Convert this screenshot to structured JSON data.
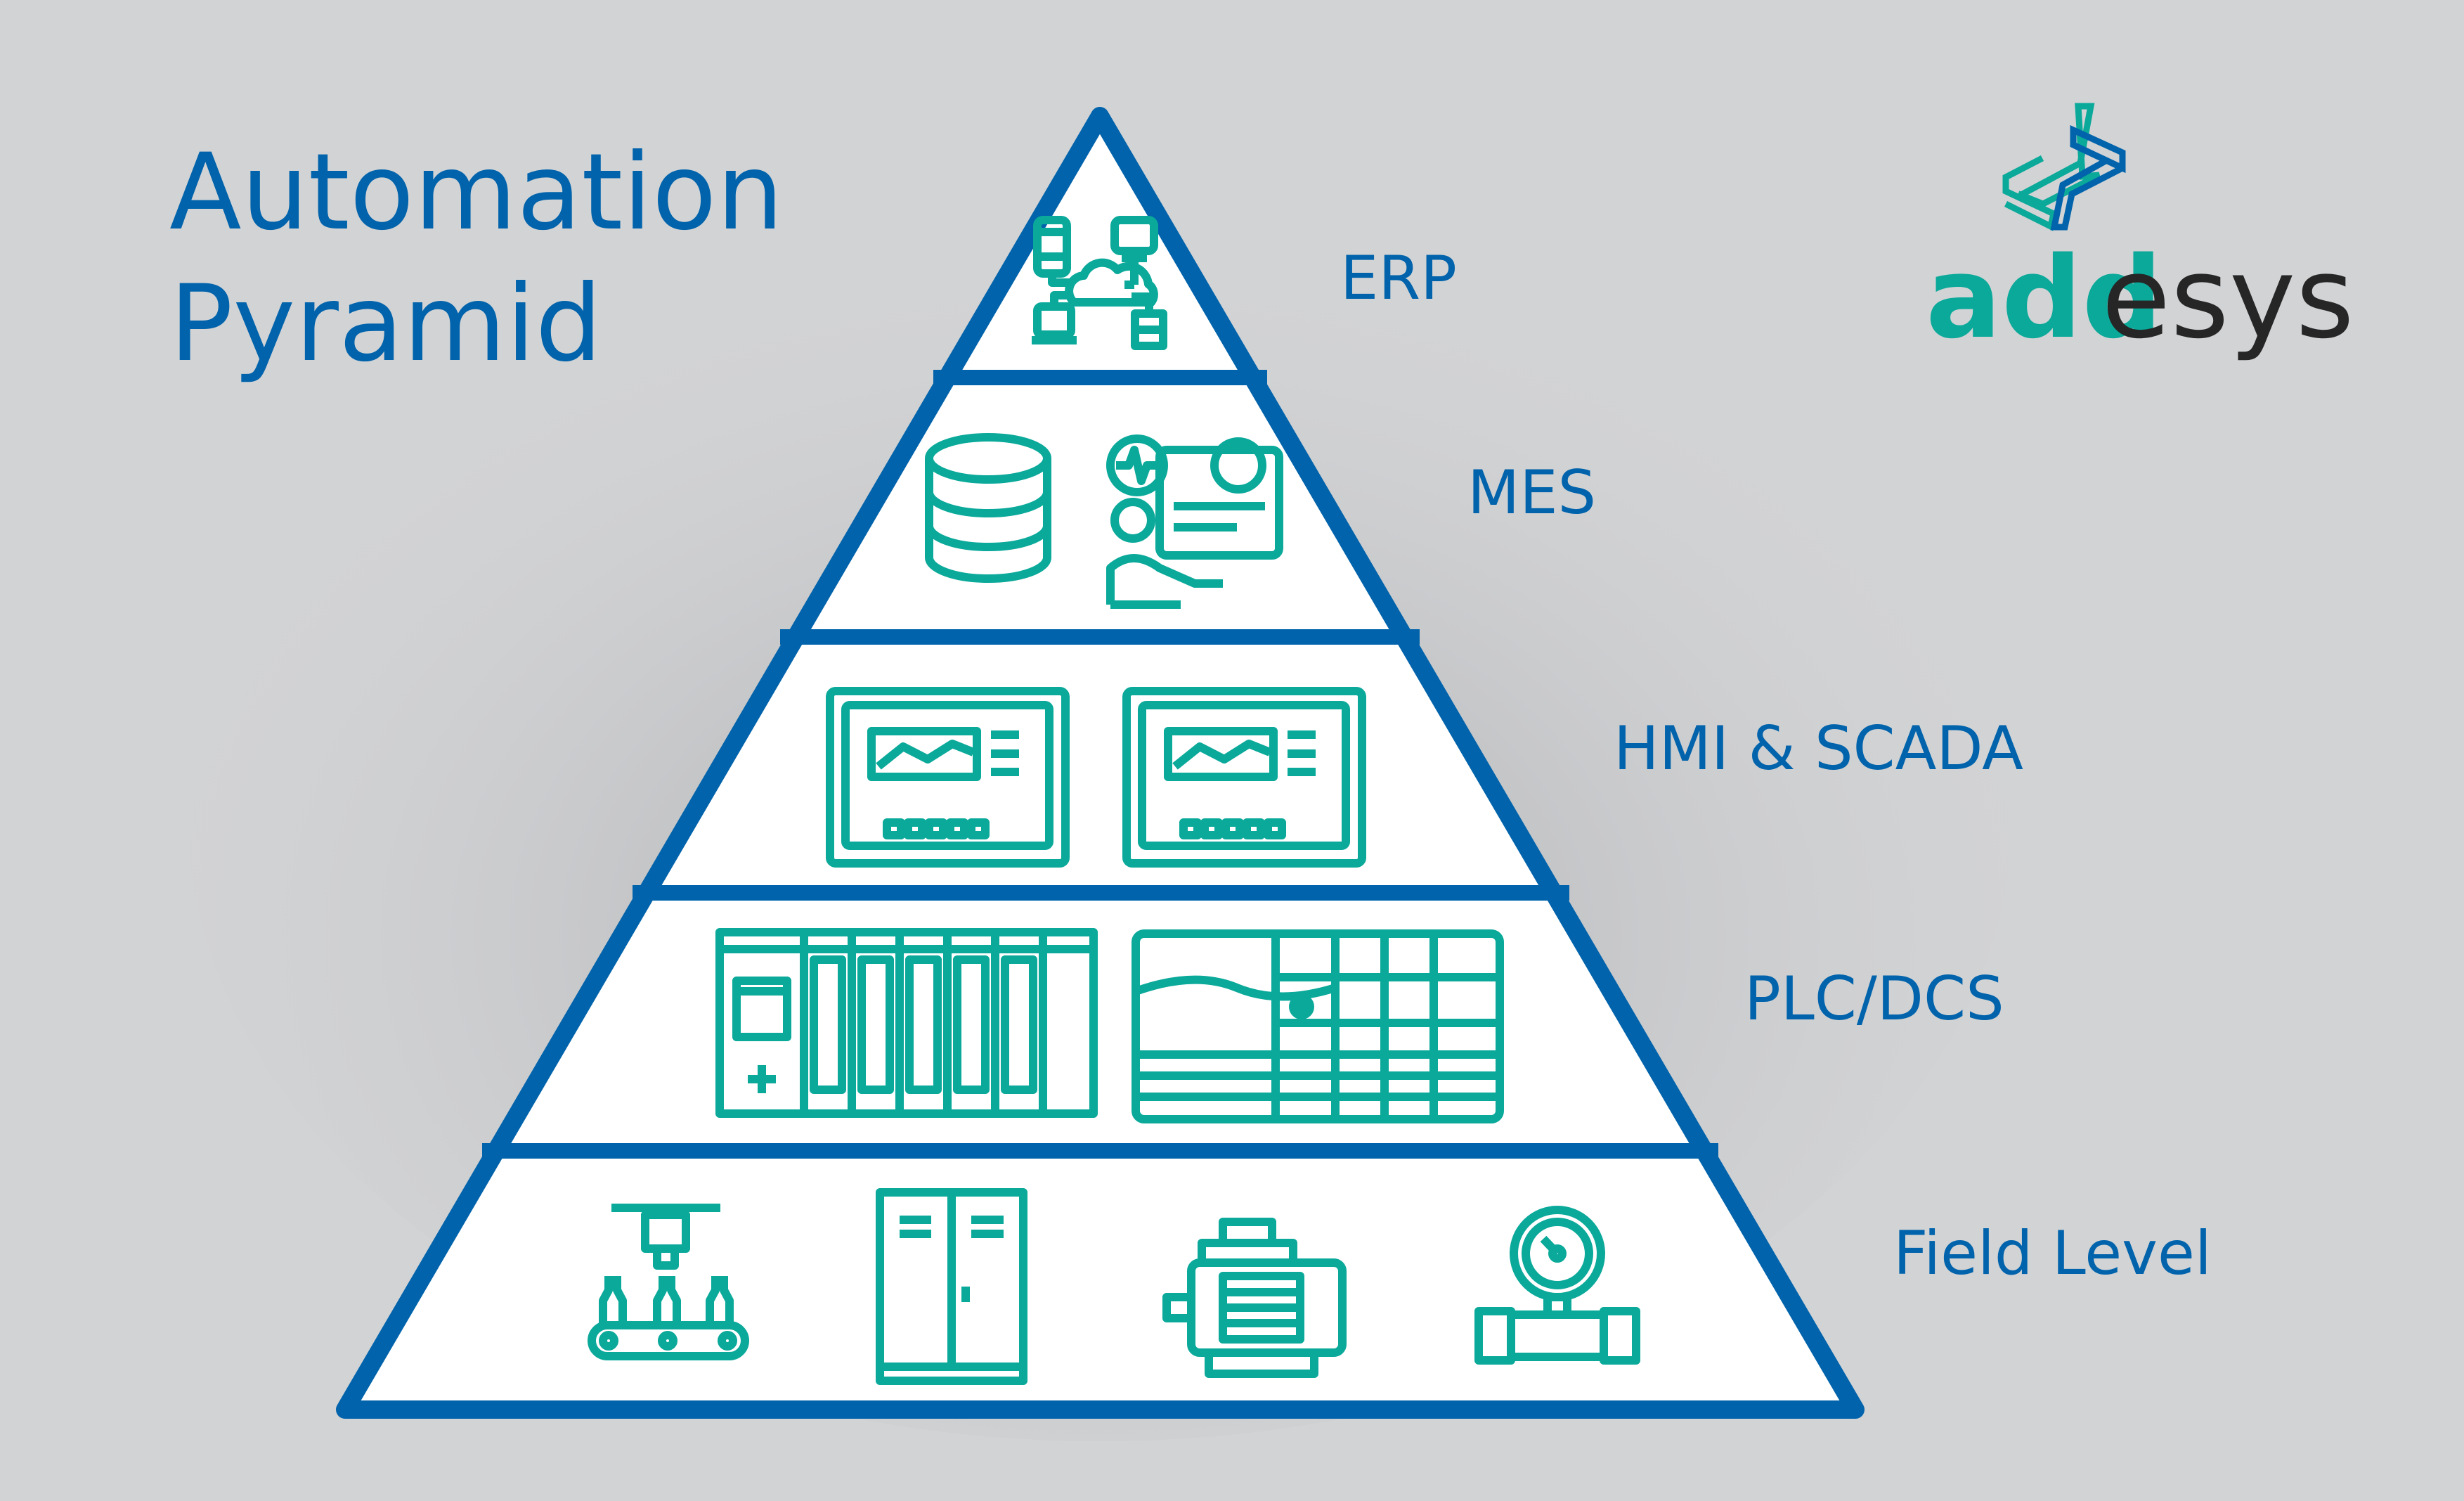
{
  "title": {
    "line1": "Automation",
    "line2": "Pyramid"
  },
  "logo": {
    "brand_part1": "add",
    "brand_part2": "esys"
  },
  "levels": [
    {
      "label": "ERP",
      "icons": [
        "cloud-network-icon"
      ]
    },
    {
      "label": "MES",
      "icons": [
        "database-icon",
        "operator-dashboard-icon"
      ]
    },
    {
      "label": "HMI & SCADA",
      "icons": [
        "hmi-panel-icon",
        "hmi-panel-icon"
      ]
    },
    {
      "label": "PLC/DCS",
      "icons": [
        "plc-rack-icon",
        "control-panel-icon"
      ]
    },
    {
      "label": "Field Level",
      "icons": [
        "conveyor-bottling-icon",
        "cabinet-icon",
        "electric-motor-icon",
        "pressure-gauge-icon"
      ]
    }
  ],
  "colors": {
    "blue": "#0063ab",
    "teal": "#0aa99a",
    "background": "#d2d3d5",
    "logo_dark": "#262626"
  }
}
